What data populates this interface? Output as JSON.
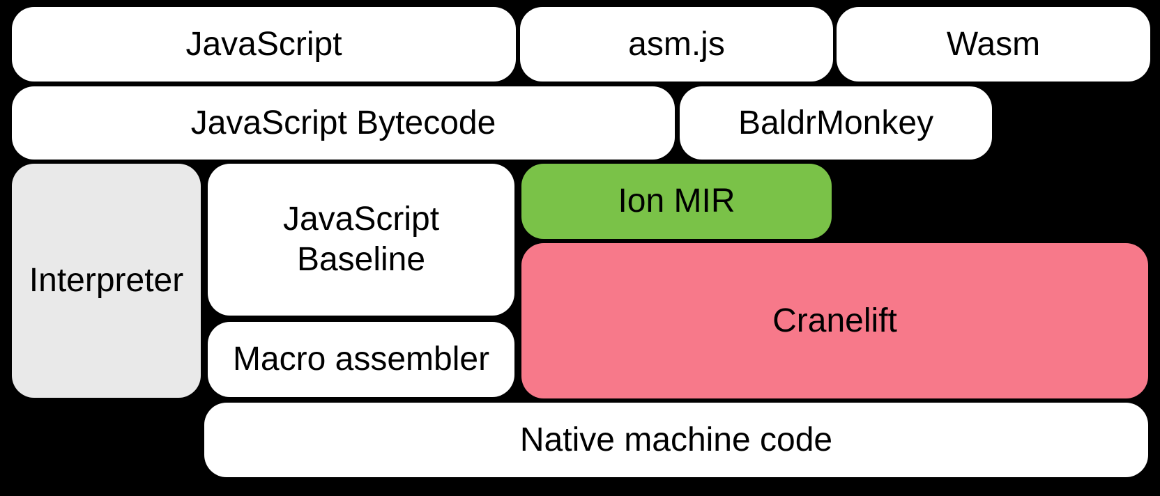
{
  "diagram": {
    "background": "#000000",
    "text_color": "#000000",
    "node_fill_default": "#ffffff",
    "nodes": [
      {
        "id": "javascript",
        "label": "JavaScript",
        "fill": "#ffffff"
      },
      {
        "id": "asm-js",
        "label": "asm.js",
        "fill": "#ffffff"
      },
      {
        "id": "wasm",
        "label": "Wasm",
        "fill": "#ffffff"
      },
      {
        "id": "javascript-bytecode",
        "label": "JavaScript Bytecode",
        "fill": "#ffffff"
      },
      {
        "id": "baldrmonkey",
        "label": "BaldrMonkey",
        "fill": "#ffffff"
      },
      {
        "id": "interpreter",
        "label": "Interpreter",
        "fill": "#e9e9e9"
      },
      {
        "id": "javascript-baseline",
        "label": "JavaScript Baseline",
        "lines": [
          "JavaScript",
          "Baseline"
        ],
        "fill": "#ffffff"
      },
      {
        "id": "ion-mir",
        "label": "Ion MIR",
        "fill": "#7ac248"
      },
      {
        "id": "cranelift",
        "label": "Cranelift",
        "fill": "#f7798a"
      },
      {
        "id": "macro-assembler",
        "label": "Macro assembler",
        "fill": "#ffffff"
      },
      {
        "id": "native-machine-code",
        "label": "Native machine code",
        "fill": "#ffffff"
      }
    ]
  }
}
